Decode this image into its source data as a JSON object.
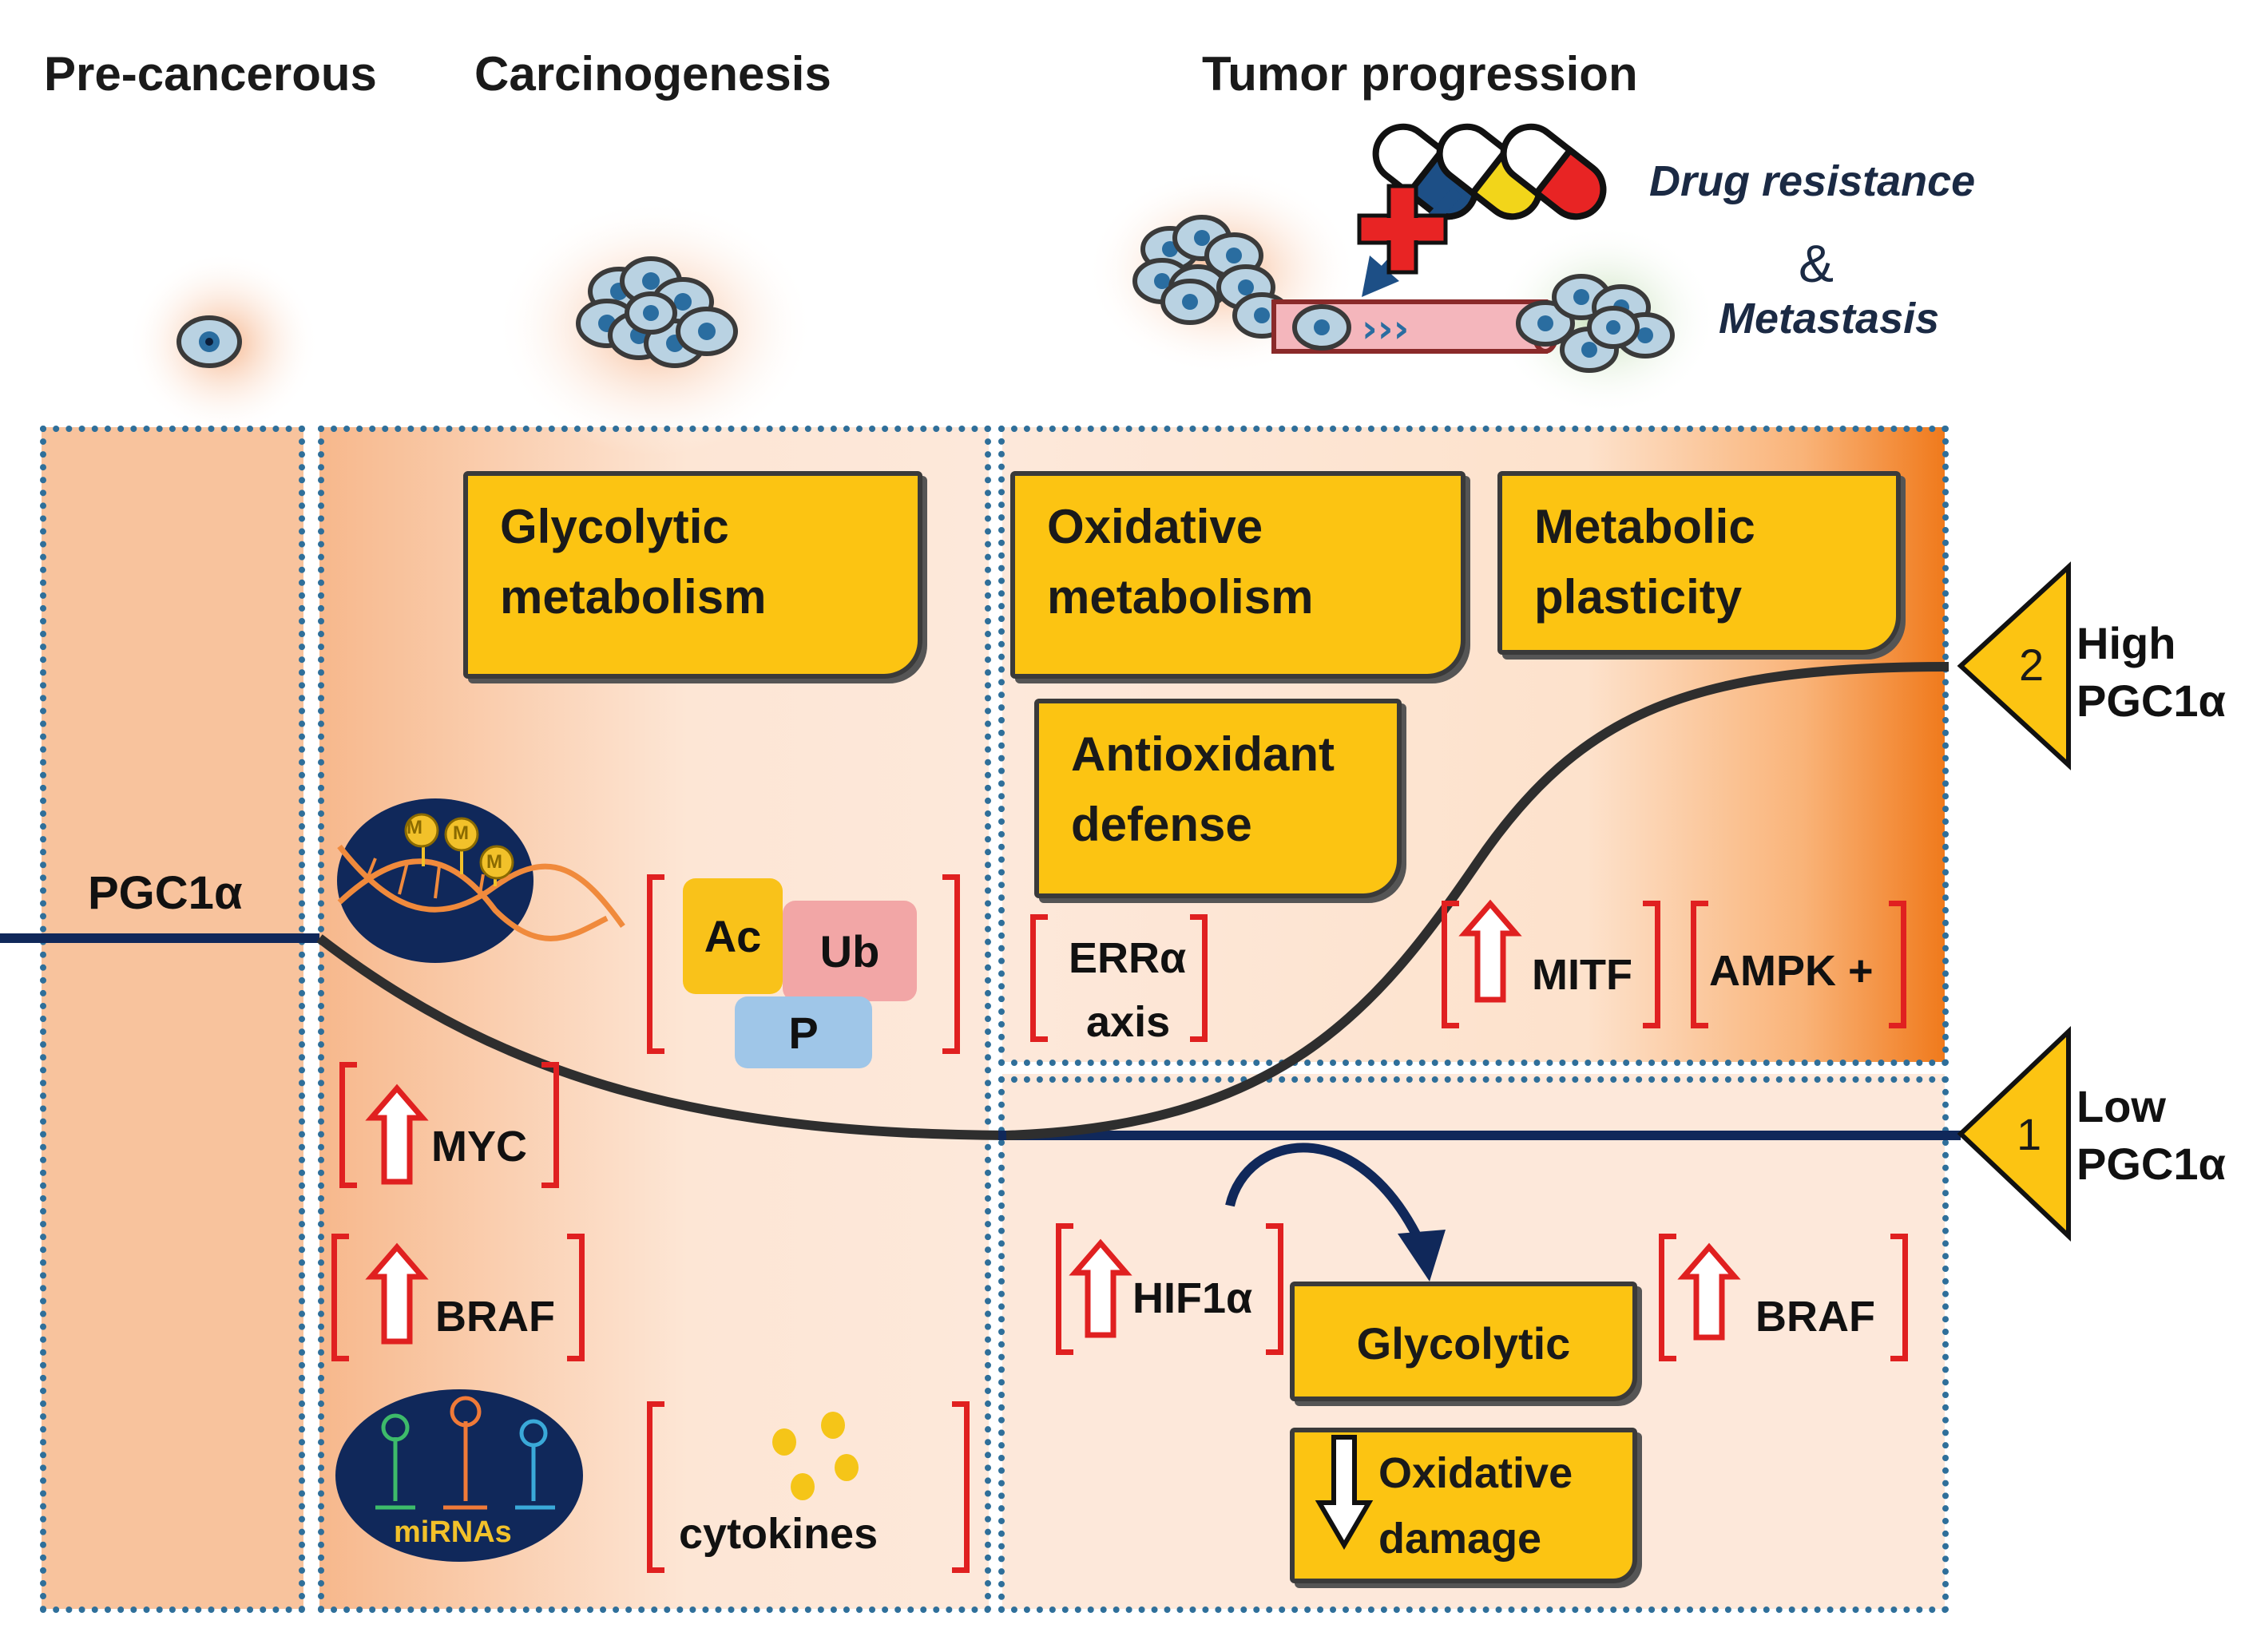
{
  "stages": {
    "precancerous": "Pre-cancerous",
    "carcinogenesis": "Carcinogenesis",
    "tumor_progression": "Tumor progression"
  },
  "drug": {
    "resistance": "Drug resistance",
    "ampersand": "&",
    "metastasis": "Metastasis"
  },
  "pgc_line_label": "PGC1α",
  "boxes": {
    "glycolytic_metabolism": [
      "Glycolytic",
      "metabolism"
    ],
    "oxidative_metabolism": [
      "Oxidative",
      "metabolism"
    ],
    "metabolic_plasticity": [
      "Metabolic",
      "plasticity"
    ],
    "antioxidant_defense": [
      "Antioxidant",
      "defense"
    ],
    "glycolytic": "Glycolytic",
    "oxidative_damage": [
      "Oxidative",
      "damage"
    ]
  },
  "modifications": {
    "ac": "Ac",
    "ub": "Ub",
    "p": "P"
  },
  "methyl": "M",
  "carcinogenesis_factors": {
    "myc": "MYC",
    "braf": "BRAF",
    "mirnas": "miRNAs",
    "cytokines": "cytokines"
  },
  "high_factors": {
    "erra": [
      "ERRα",
      "axis"
    ],
    "mitf": "MITF",
    "ampk": "AMPK +"
  },
  "low_factors": {
    "hif": "HIF1α",
    "braf": "BRAF"
  },
  "levels": {
    "high": {
      "num": "2",
      "line1": "High",
      "line2": "PGC1α"
    },
    "low": {
      "num": "1",
      "line1": "Low",
      "line2": "PGC1α"
    }
  },
  "colors": {
    "zone_fill": "#fde5d3",
    "zone_dark": "#f9c49c",
    "box_yellow": "#fcc412",
    "border_blue": "#2f6f9a",
    "bracket_red": "#e02020",
    "orange": "#f07a1c",
    "navy": "#10285a"
  }
}
